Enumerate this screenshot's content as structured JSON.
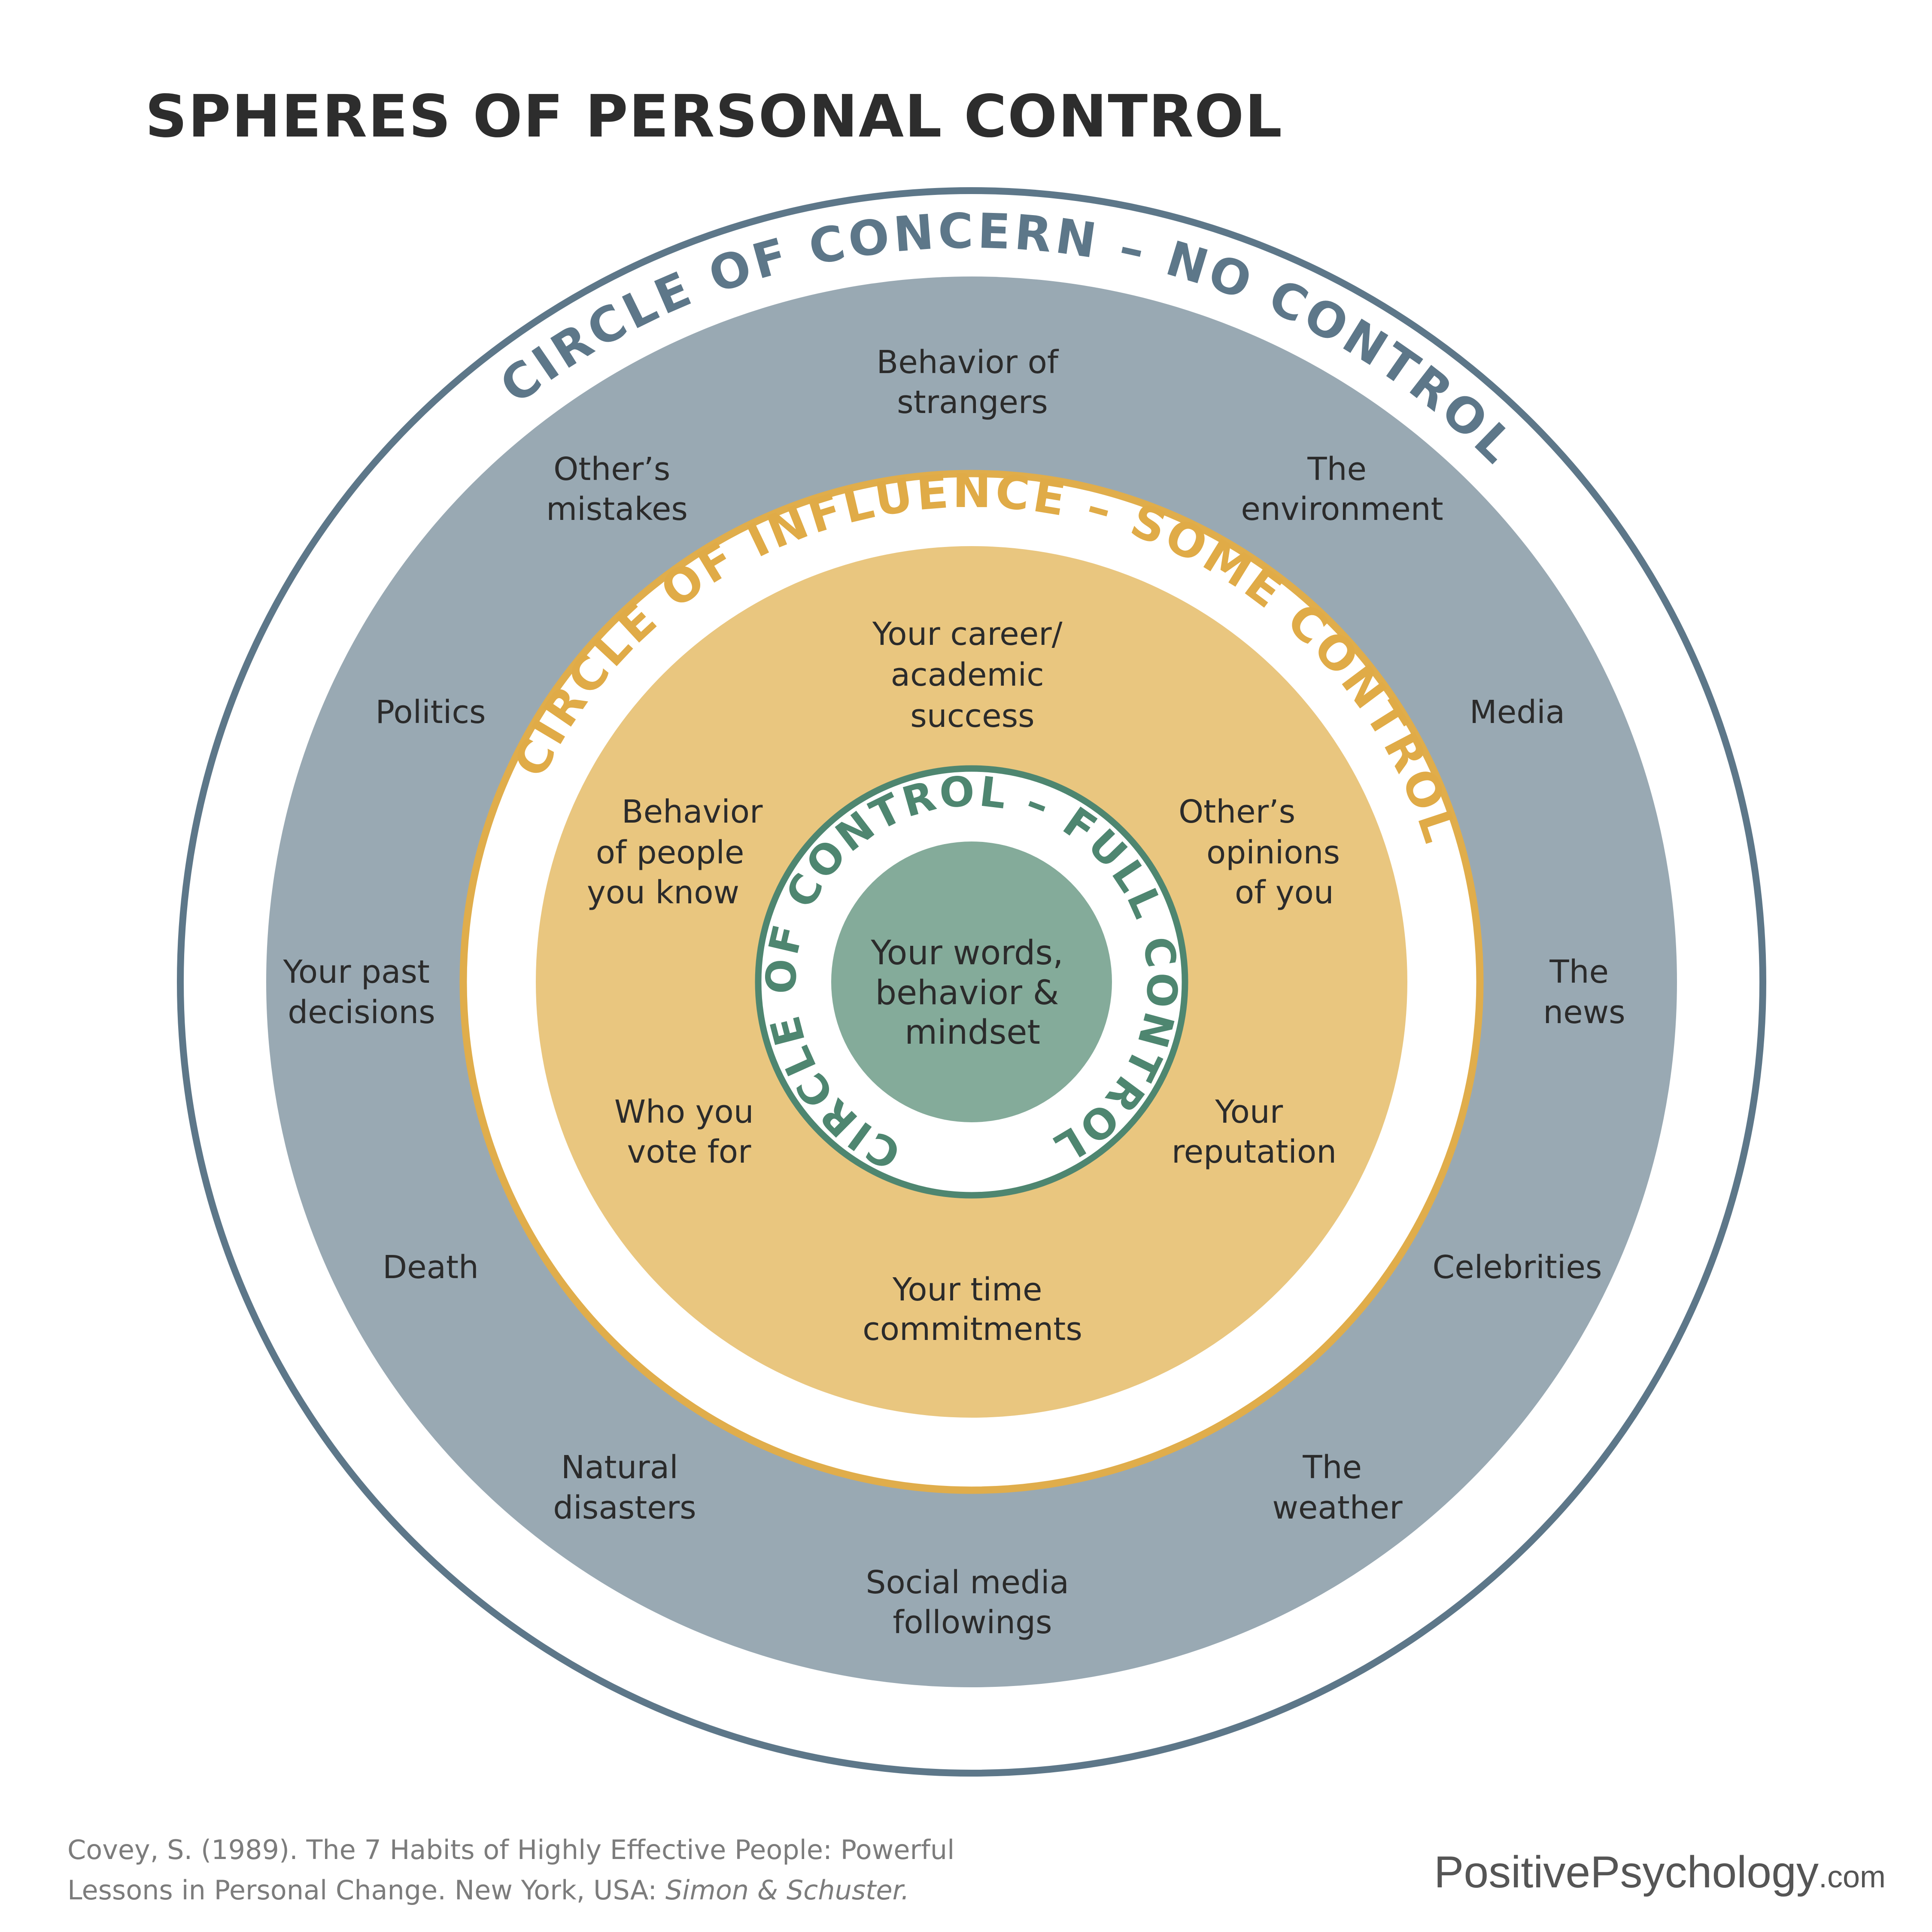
{
  "title": "SPHERES OF PERSONAL CONTROL",
  "colors": {
    "concern_stroke": "#5d7789",
    "concern_fill": "#99a9b3",
    "influence_stroke": "#e0ad4b",
    "influence_fill": "#e9c67f",
    "control_stroke": "#4e8670",
    "control_fill": "#84ab9a",
    "text": "#2b2b2b"
  },
  "circles": {
    "concern": {
      "label": "CIRCLE OF CONCERN  –  NO CONTROL",
      "items": [
        {
          "name": "behavior-of-strangers",
          "lines": [
            "Behavior of",
            "strangers"
          ]
        },
        {
          "name": "others-mistakes",
          "lines": [
            "Other’s",
            "mistakes"
          ]
        },
        {
          "name": "the-environment",
          "lines": [
            "The",
            "environment"
          ]
        },
        {
          "name": "politics",
          "lines": [
            "Politics"
          ]
        },
        {
          "name": "media",
          "lines": [
            "Media"
          ]
        },
        {
          "name": "your-past-decisions",
          "lines": [
            "Your past",
            "decisions"
          ]
        },
        {
          "name": "the-news",
          "lines": [
            "The",
            "news"
          ]
        },
        {
          "name": "death",
          "lines": [
            "Death"
          ]
        },
        {
          "name": "celebrities",
          "lines": [
            "Celebrities"
          ]
        },
        {
          "name": "natural-disasters",
          "lines": [
            "Natural",
            "disasters"
          ]
        },
        {
          "name": "the-weather",
          "lines": [
            "The",
            "weather"
          ]
        },
        {
          "name": "social-media-followings",
          "lines": [
            "Social media",
            "followings"
          ]
        }
      ]
    },
    "influence": {
      "label": "CIRCLE OF INFLUENCE  –  SOME CONTROL",
      "items": [
        {
          "name": "career-academic-success",
          "lines": [
            "Your career/",
            "academic",
            "success"
          ]
        },
        {
          "name": "behavior-of-people-you-know",
          "lines": [
            "Behavior",
            "of people",
            "you know"
          ]
        },
        {
          "name": "others-opinions",
          "lines": [
            "Other’s",
            "opinions",
            "of you"
          ]
        },
        {
          "name": "who-you-vote-for",
          "lines": [
            "Who you",
            "vote for"
          ]
        },
        {
          "name": "your-reputation",
          "lines": [
            "Your",
            "reputation"
          ]
        },
        {
          "name": "your-time-commitments",
          "lines": [
            "Your time",
            "commitments"
          ]
        }
      ]
    },
    "control": {
      "label": "CIRCLE OF CONTROL – FULL CONTROL",
      "items": [
        {
          "name": "words-behavior-mindset",
          "lines": [
            "Your words,",
            "behavior &",
            "mindset"
          ]
        }
      ]
    }
  },
  "citation": {
    "line1": "Covey, S. (1989). The 7 Habits of Highly Effective People: Powerful",
    "line2_plain": "Lessons in Personal Change. New York, USA: ",
    "line2_italic": "Simon & Schuster."
  },
  "logo": {
    "main": "PositivePsychology",
    "tld": ".com"
  }
}
